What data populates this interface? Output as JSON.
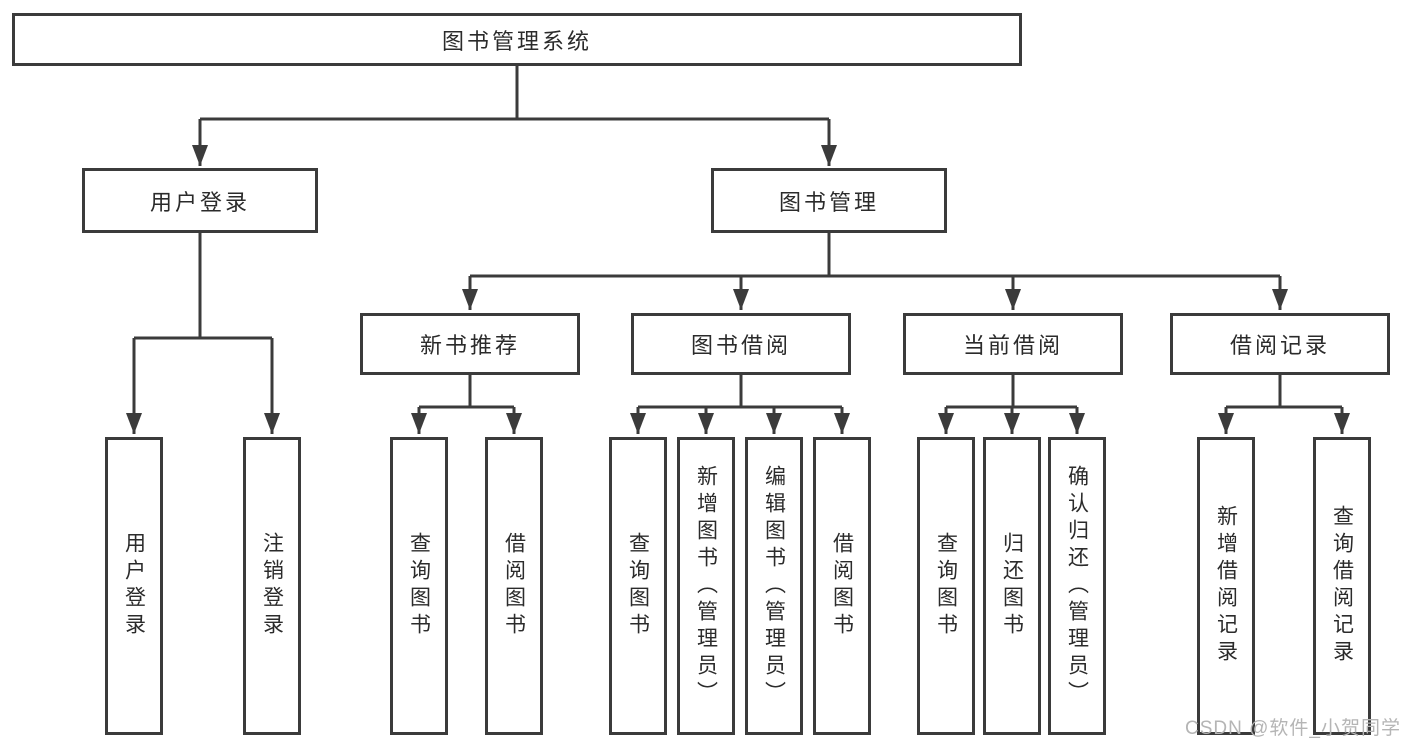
{
  "diagram": {
    "title": "图书管理系统",
    "watermark": "CSDN @软件_小贺同学",
    "level2": [
      {
        "label": "用户登录"
      },
      {
        "label": "图书管理"
      }
    ],
    "level3": [
      {
        "label": "新书推荐"
      },
      {
        "label": "图书借阅"
      },
      {
        "label": "当前借阅"
      },
      {
        "label": "借阅记录"
      }
    ],
    "leaves": {
      "user_login": [
        "用户登录",
        "注销登录"
      ],
      "new_book": [
        "查询图书",
        "借阅图书"
      ],
      "book_borrow": [
        "查询图书",
        "新增图书（管理员）",
        "编辑图书（管理员）",
        "借阅图书"
      ],
      "current_borrow": [
        "查询图书",
        "归还图书",
        "确认归还（管理员）"
      ],
      "borrow_record": [
        "新增借阅记录",
        "查询借阅记录"
      ]
    },
    "colors": {
      "line": "#3b3b3b",
      "border": "#3b3b3b",
      "text": "#2b2b2b",
      "box_fill": "#ffffff",
      "watermark": "#b5b5b5"
    }
  }
}
